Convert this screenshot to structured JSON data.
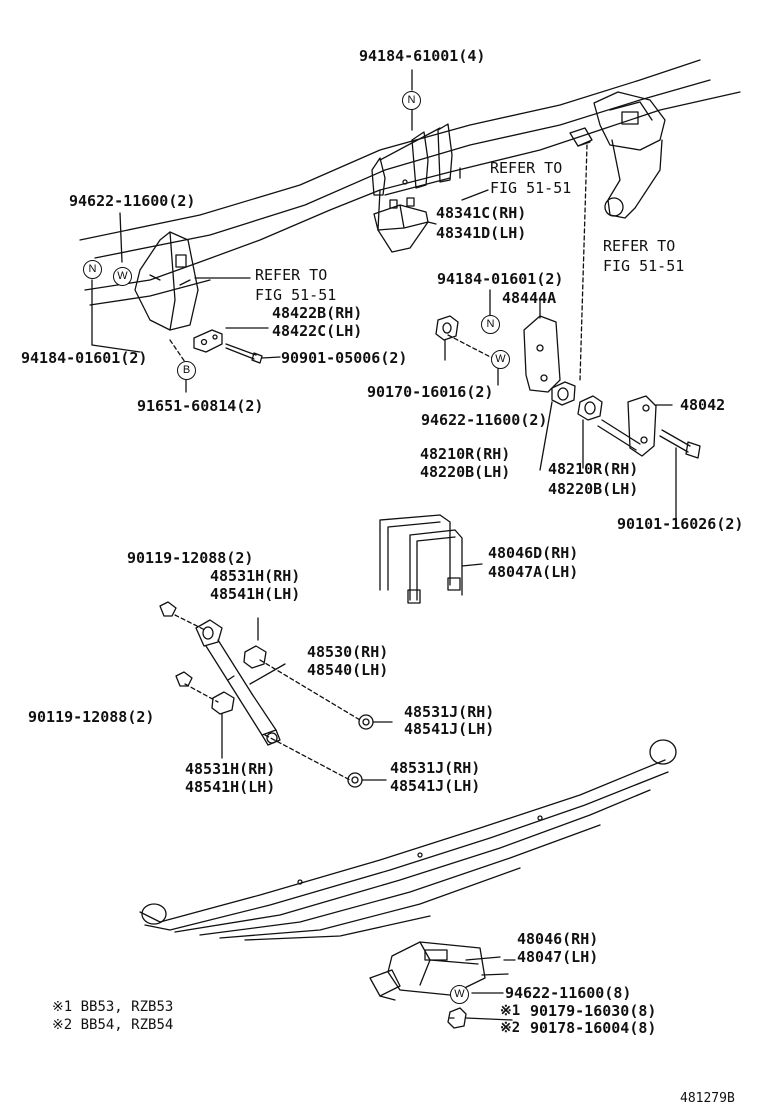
{
  "labels": {
    "p_94184_61001": "94184-61001(4)",
    "p_94622_11600_a": "94622-11600(2)",
    "p_94184_01601_a": "94184-01601(2)",
    "p_91651_60814": "91651-60814(2)",
    "p_48422B": "48422B(RH)",
    "p_48422C": "48422C(LH)",
    "p_90901_05006": "90901-05006(2)",
    "p_48341C": "48341C(RH)",
    "p_48341D": "48341D(LH)",
    "p_94184_01601_b": "94184-01601(2)",
    "p_48444A": "48444A",
    "p_90170_16016": "90170-16016(2)",
    "p_94622_11600_b": "94622-11600(2)",
    "p_48042": "48042",
    "p_48210R_a": "48210R(RH)",
    "p_48220B_a": "48220B(LH)",
    "p_48210R_b": "48210R(RH)",
    "p_48220B_b": "48220B(LH)",
    "p_90101_16026": "90101-16026(2)",
    "p_48046D": "48046D(RH)",
    "p_48047A": "48047A(LH)",
    "p_90119_12088_a": "90119-12088(2)",
    "p_48531H_a": "48531H(RH)",
    "p_48541H_a": "48541H(LH)",
    "p_48530": "48530(RH)",
    "p_48540": "48540(LH)",
    "p_90119_12088_b": "90119-12088(2)",
    "p_48531J_a": "48531J(RH)",
    "p_48541J_a": "48541J(LH)",
    "p_48531H_b": "48531H(RH)",
    "p_48541H_b": "48541H(LH)",
    "p_48531J_b": "48531J(RH)",
    "p_48541J_b": "48541J(LH)",
    "p_48046": "48046(RH)",
    "p_48047": "48047(LH)",
    "p_94622_11600_c": "94622-11600(8)",
    "p_90179_16030": "90179-16030(8)",
    "p_90178_16004": "90178-16004(8)"
  },
  "refers": {
    "ref1_a": "REFER TO",
    "ref1_b": "FIG 51-51",
    "ref2_a": "REFER TO",
    "ref2_b": "FIG 51-51",
    "ref3_a": "REFER TO",
    "ref3_b": "FIG 51-51"
  },
  "markers": {
    "n": "N",
    "w": "W",
    "b": "B"
  },
  "mark_prefix": {
    "m1": "※1",
    "m2": "※2"
  },
  "notes": {
    "note1": "※1 BB53, RZB53",
    "note2": "※2 BB54, RZB54"
  },
  "figure_id": "481279B"
}
